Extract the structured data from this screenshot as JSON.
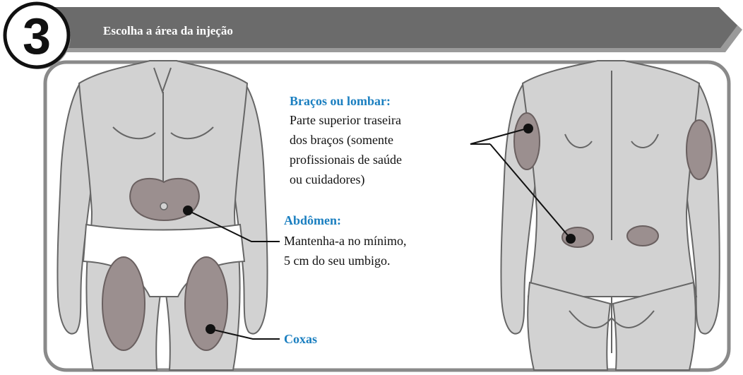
{
  "header": {
    "step_number": "3",
    "title": "Escolha a área da injeção"
  },
  "callouts": {
    "arms_back": {
      "heading": "Braços ou lombar:",
      "lines": [
        "Parte superior traseira",
        "dos braços (somente",
        "profissionais de saúde",
        "ou cuidadores)"
      ]
    },
    "abdomen": {
      "heading": "Abdômen:",
      "lines": [
        "Mantenha-a no mínimo,",
        "5 cm do seu umbigo."
      ]
    },
    "thighs": {
      "heading": "Coxas"
    }
  },
  "colors": {
    "banner": "#6b6b6b",
    "banner_shadow": "#9a9a9a",
    "body_fill": "#d2d2d2",
    "body_outline": "#666666",
    "site_fill": "#9b8f8f",
    "site_outline": "#6a6060",
    "heading_blue": "#1b7fc0",
    "text": "#111111",
    "panel_border": "#8a8a8a"
  }
}
